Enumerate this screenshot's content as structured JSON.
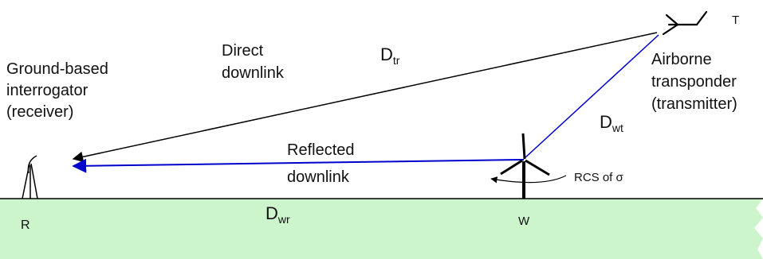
{
  "labels": {
    "interrogator": [
      "Ground-based",
      "interrogator",
      "(receiver)"
    ],
    "transponder": [
      "Airborne",
      "transponder",
      "(transmitter)"
    ],
    "direct": [
      "Direct",
      "downlink"
    ],
    "reflected": [
      "Reflected",
      "downlink"
    ],
    "d_tr": {
      "main": "D",
      "sub": "tr"
    },
    "d_wt": {
      "main": "D",
      "sub": "wt"
    },
    "d_wr": {
      "main": "D",
      "sub": "wr"
    },
    "rcs": "RCS of σ",
    "point_t": "T",
    "point_r": "R",
    "point_w": "W"
  },
  "colors": {
    "ground": "#ccf5cc",
    "direct_line": "#000000",
    "reflected_line": "#0000cc"
  },
  "icons": {
    "aircraft": "aircraft-icon",
    "antenna": "antenna-icon",
    "wind_turbine": "wind-turbine-icon"
  }
}
